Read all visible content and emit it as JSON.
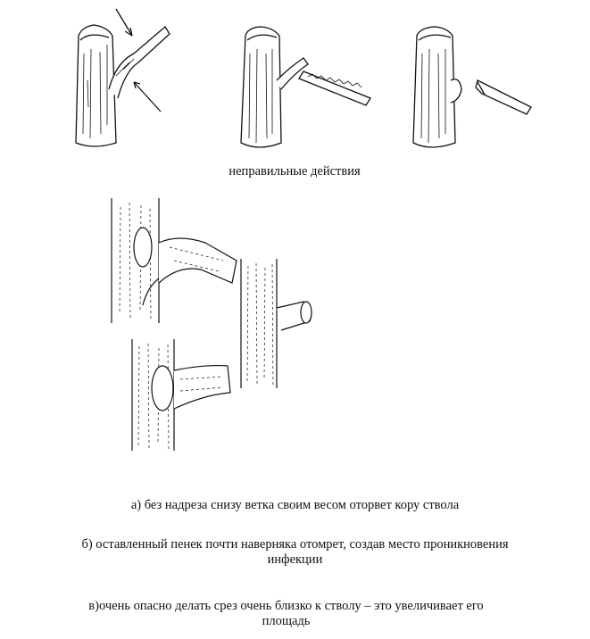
{
  "captions": {
    "wrong_actions": "неправильные действия",
    "a_line1": "а) без надреза снизу ветка своим весом оторвет кору ствола",
    "b_line1": "б) оставленный пенек почти наверняка отомрет, создав место проникновения",
    "b_line2": "инфекции",
    "c_line1": "в)очень опасно делать срез очень близко к стволу – это увеличивает его",
    "c_line2": "площадь"
  },
  "colors": {
    "ink": "#111111",
    "background": "#ffffff"
  }
}
